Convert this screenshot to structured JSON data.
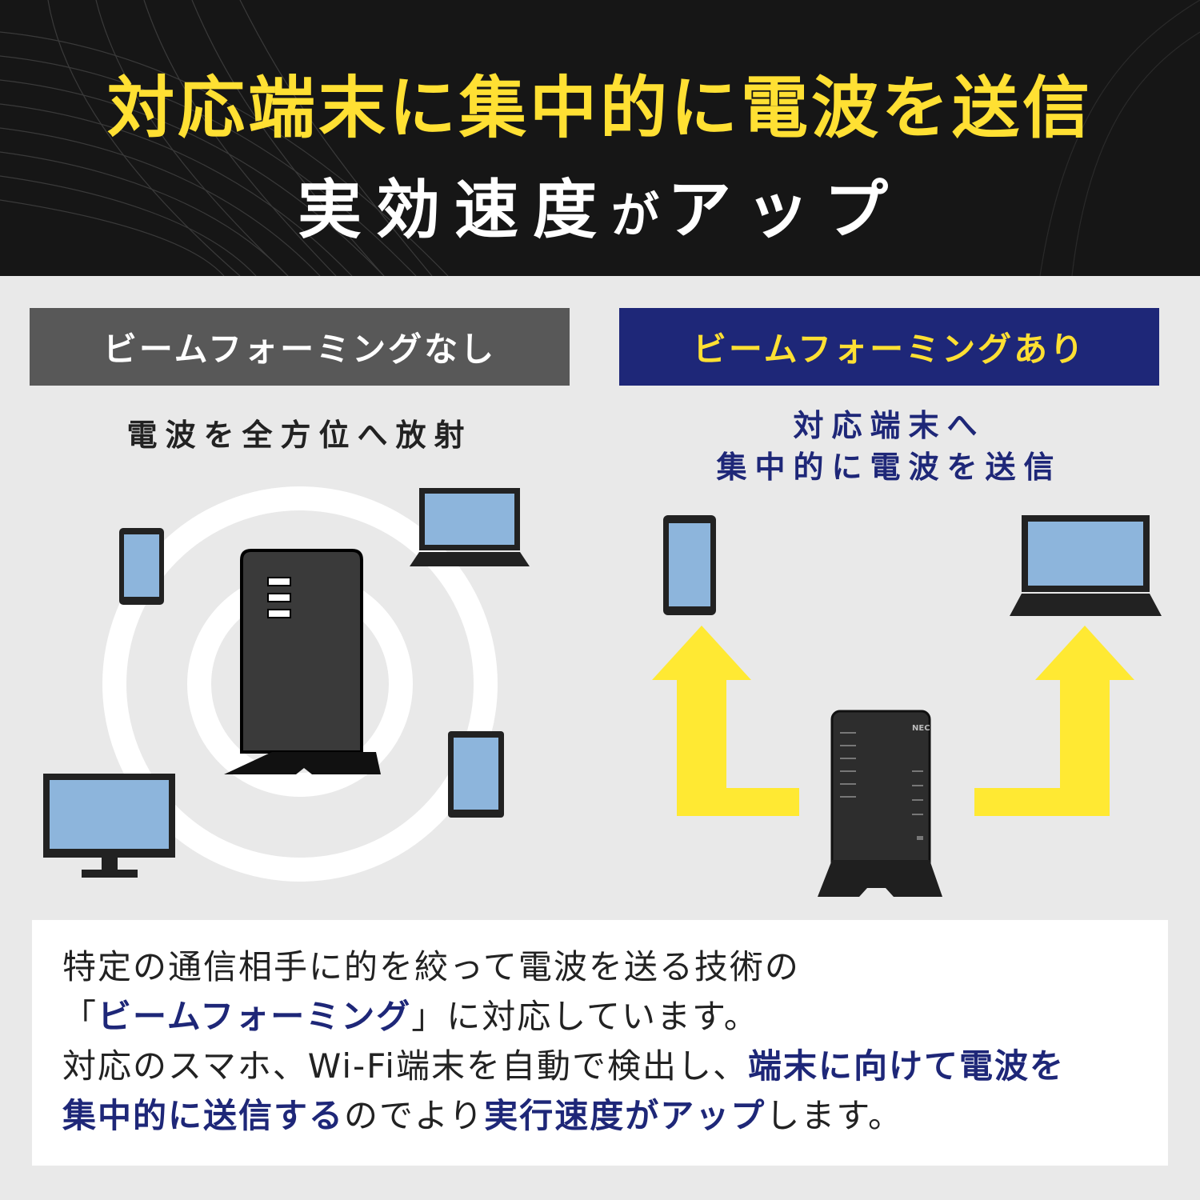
{
  "header": {
    "headline_line1": "対応端末に集中的に電波を送信",
    "headline_line2_a": "実効速度",
    "headline_line2_b": "が",
    "headline_line2_c": "アップ",
    "colors": {
      "background": "#161616",
      "accent": "#ffe033",
      "text": "#ffffff"
    }
  },
  "left_panel": {
    "label": "ビームフォーミングなし",
    "caption": "電波を全方位へ放射",
    "device_icons": [
      "smartphone-icon",
      "laptop-icon",
      "tablet-icon",
      "monitor-icon",
      "router-icon"
    ],
    "colors": {
      "label_bg": "#585858",
      "label_text": "#ffffff"
    }
  },
  "right_panel": {
    "label": "ビームフォーミングあり",
    "caption_line1": "対応端末へ",
    "caption_line2": "集中的に電波を送信",
    "router_brand": "NEC",
    "device_icons": [
      "smartphone-icon",
      "laptop-icon",
      "router-icon",
      "arrow-up-icon"
    ],
    "colors": {
      "label_bg": "#1e2778",
      "label_text": "#ffe033",
      "arrow": "#ffe933"
    }
  },
  "description": {
    "l1": "特定の通信相手に的を絞って電波を送る技術の",
    "l2_open": "「",
    "l2_hi": "ビームフォーミング",
    "l2_close": "」に対応しています。",
    "l3_a": "対応のスマホ、Wi-Fi端末を自動で検出し、",
    "l3_hi": "端末に向けて電波を",
    "l4_hi1": "集中的に送信する",
    "l4_b": "のでより",
    "l4_hi2": "実行速度がアップ",
    "l4_c": "します。",
    "colors": {
      "highlight": "#1e2778"
    }
  }
}
